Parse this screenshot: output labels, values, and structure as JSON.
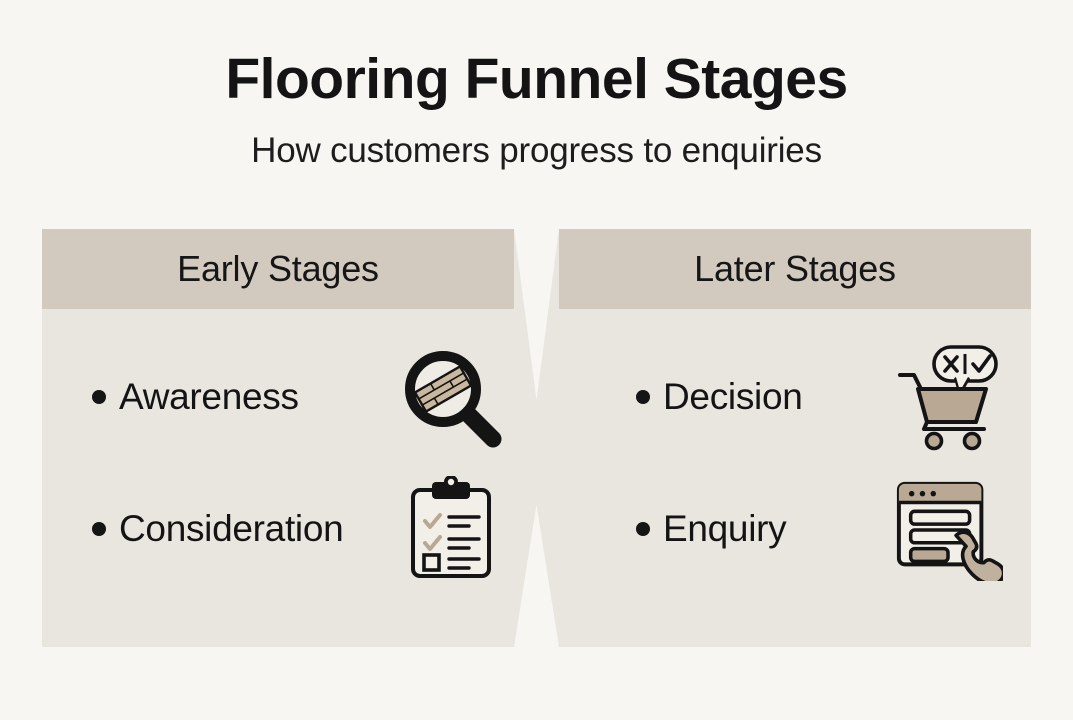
{
  "header": {
    "title": "Flooring Funnel Stages",
    "subtitle": "How customers progress to enquiries"
  },
  "colors": {
    "background": "#f7f6f3",
    "panel_body": "#e9e5df",
    "panel_header": "#d3cabf",
    "accent_tan": "#b8a894",
    "ink": "#141414"
  },
  "panels": [
    {
      "id": "early",
      "heading": "Early Stages",
      "items": [
        {
          "label": "Awareness",
          "icon": "magnifying-glass-wood-plank-icon"
        },
        {
          "label": "Consideration",
          "icon": "clipboard-checklist-icon"
        }
      ]
    },
    {
      "id": "later",
      "heading": "Later Stages",
      "items": [
        {
          "label": "Decision",
          "icon": "shopping-cart-compare-icon"
        },
        {
          "label": "Enquiry",
          "icon": "contact-form-phone-icon"
        }
      ]
    }
  ],
  "divider": {
    "shape": "chevron-arrow-divider"
  }
}
